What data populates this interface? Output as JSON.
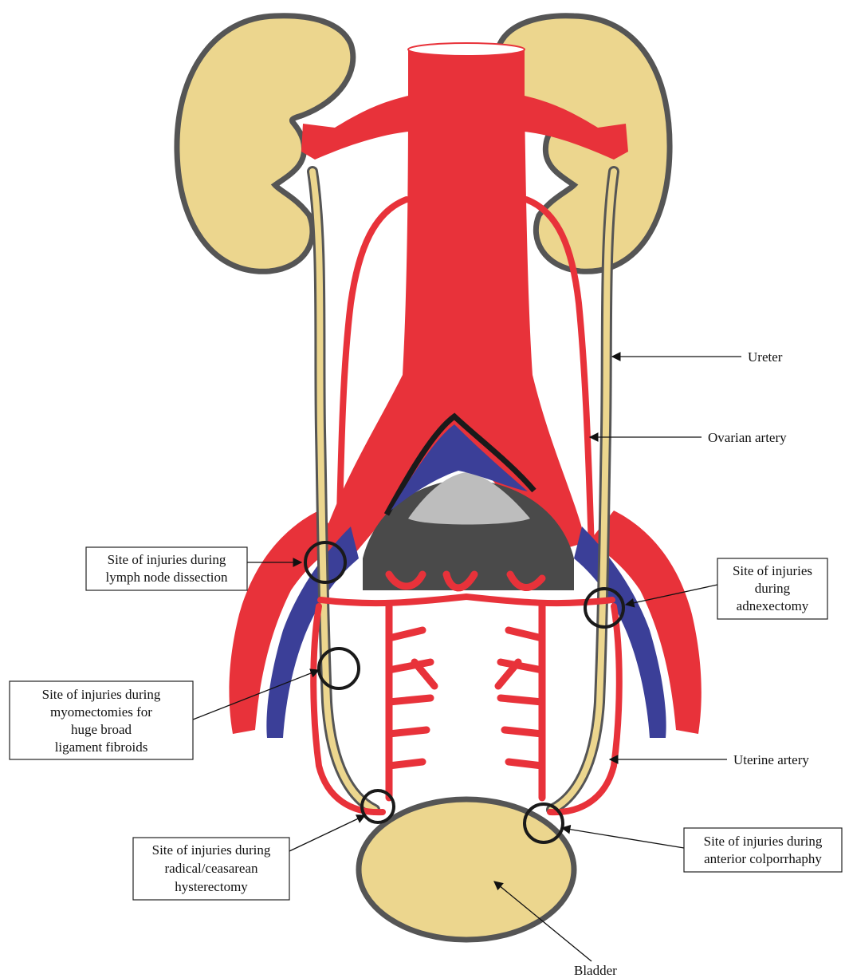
{
  "colors": {
    "artery": "#e8323a",
    "vein": "#3b3f98",
    "organ": "#ecd68e",
    "outline": "#555555",
    "bone_dark": "#4a4a4a",
    "bone_light": "#bdbdbd"
  },
  "labels": {
    "ureter": "Ureter",
    "ovarian_artery": "Ovarian artery",
    "uterine_artery": "Uterine artery",
    "bladder": "Bladder"
  },
  "injury_sites": [
    {
      "lines": [
        "Site of injuries during",
        "lymph node dissection"
      ]
    },
    {
      "lines": [
        "Site of injuries",
        "during",
        "adnexectomy"
      ]
    },
    {
      "lines": [
        "Site of injuries during",
        "myomectomies for",
        "huge broad",
        "ligament fibroids"
      ]
    },
    {
      "lines": [
        "Site of injuries during",
        "radical/ceasarean",
        "hysterectomy"
      ]
    },
    {
      "lines": [
        "Site of injuries during",
        "anterior colporrhaphy"
      ]
    }
  ]
}
